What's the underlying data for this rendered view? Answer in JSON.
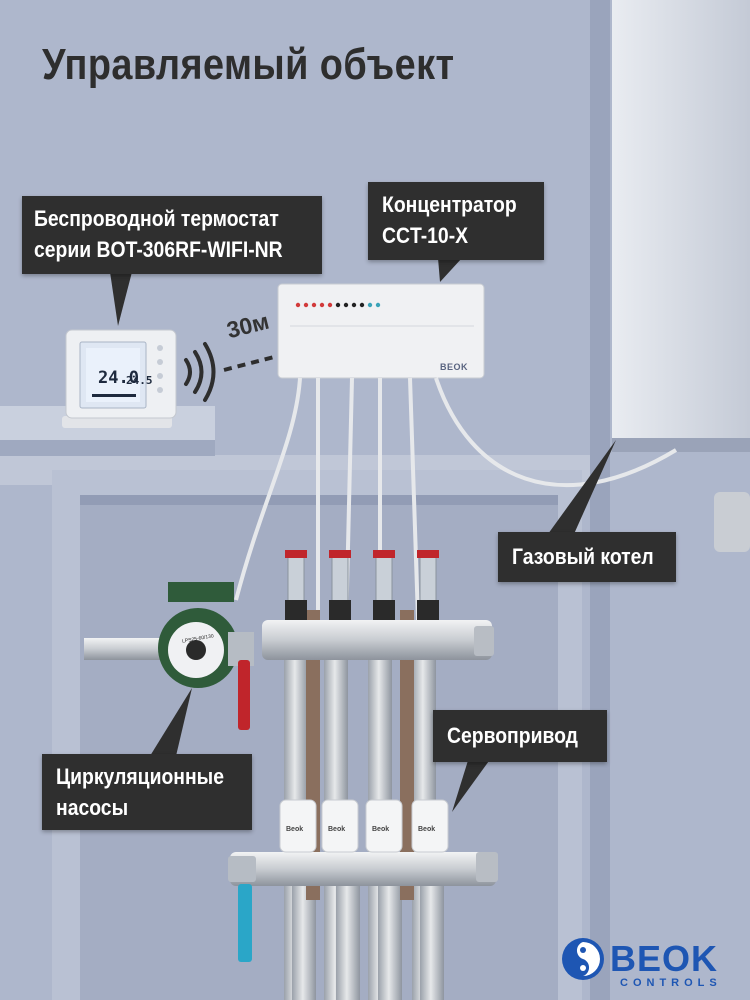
{
  "title": "Управляемый объект",
  "callouts": {
    "thermostat": {
      "line1": "Беспроводной термостат",
      "line2": "серии BOT-306RF-WIFI-NR"
    },
    "hub": {
      "line1": "Концентратор",
      "line2": "CCT-10-X"
    },
    "boiler": {
      "line1": "Газовый котел"
    },
    "servo": {
      "line1": "Сервопривод"
    },
    "pump": {
      "line1": "Циркуляционные",
      "line2": "насосы"
    }
  },
  "distance_label": "30м",
  "thermostat_display": {
    "temperature": "24.0",
    "setpoint": "24.5"
  },
  "hub_brand": "BEOK",
  "pump_model": "LPS25-60/130",
  "servo_brand": "Beok",
  "logo": {
    "name": "BEOK",
    "tagline": "CONTROLS"
  },
  "colors": {
    "callout_bg": "#2f2f2f",
    "callout_text": "#ffffff",
    "brand_blue": "#1e56b3",
    "wall": "#a9b2c8",
    "pump_green": "#2f5b3a",
    "valve_red": "#c0252b",
    "valve_blue": "#2aa6c8"
  }
}
